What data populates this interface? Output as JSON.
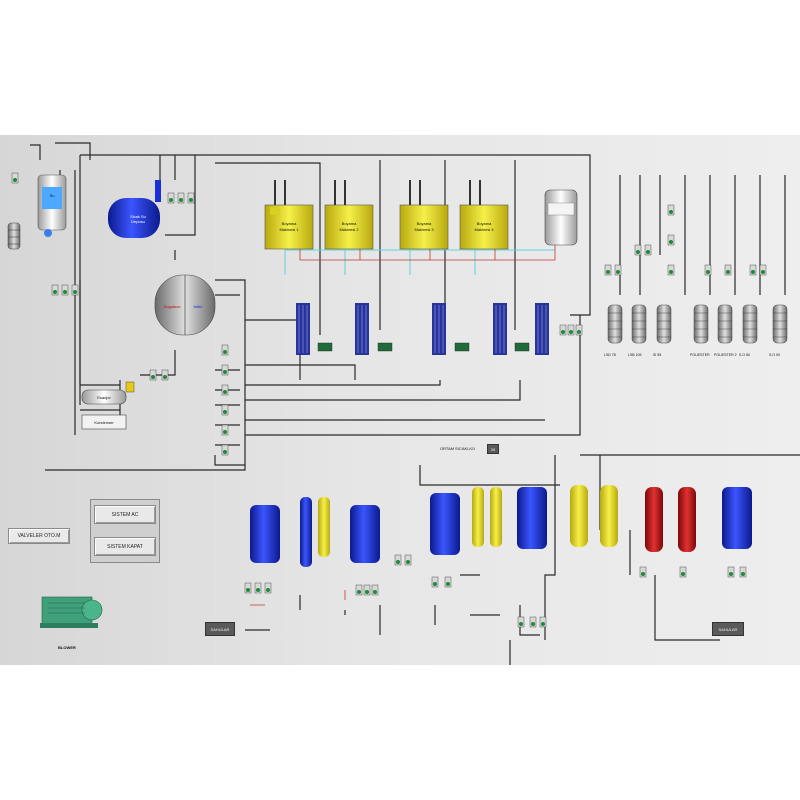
{
  "screen": {
    "buttons": {
      "valves_auto": "VALVELER OTO.M",
      "system_open": "SISTEM AC",
      "system_close": "SISTEM KAPAT",
      "drain_left": "SAHULAR",
      "drain_right": "SAHULAR"
    },
    "labels": {
      "blower": "BLOWER",
      "ambient_temp": "ORTAM SICAKLIGI",
      "ambient_value": "26"
    },
    "tank_labels": [
      "LSD 78",
      "LSB 105",
      "SI 95",
      "POLIESTER",
      "POLIESTER 2",
      "S.O 80",
      "S.O 90"
    ]
  },
  "colors": {
    "pipe": "#2a2a2a",
    "pipe_cyan": "#5fd3de",
    "pipe_red": "#c0392b",
    "blue_tank": "#1a2fd6",
    "yellow_unit": "#e6e02a",
    "red_tank": "#c01818",
    "valve_green": "#1f8a3a",
    "background": "#e2e2e2"
  },
  "icons": [
    "blower-motor-icon",
    "valve-icon",
    "pump-icon",
    "filter-icon",
    "tank-icon",
    "heat-exchanger-icon"
  ]
}
